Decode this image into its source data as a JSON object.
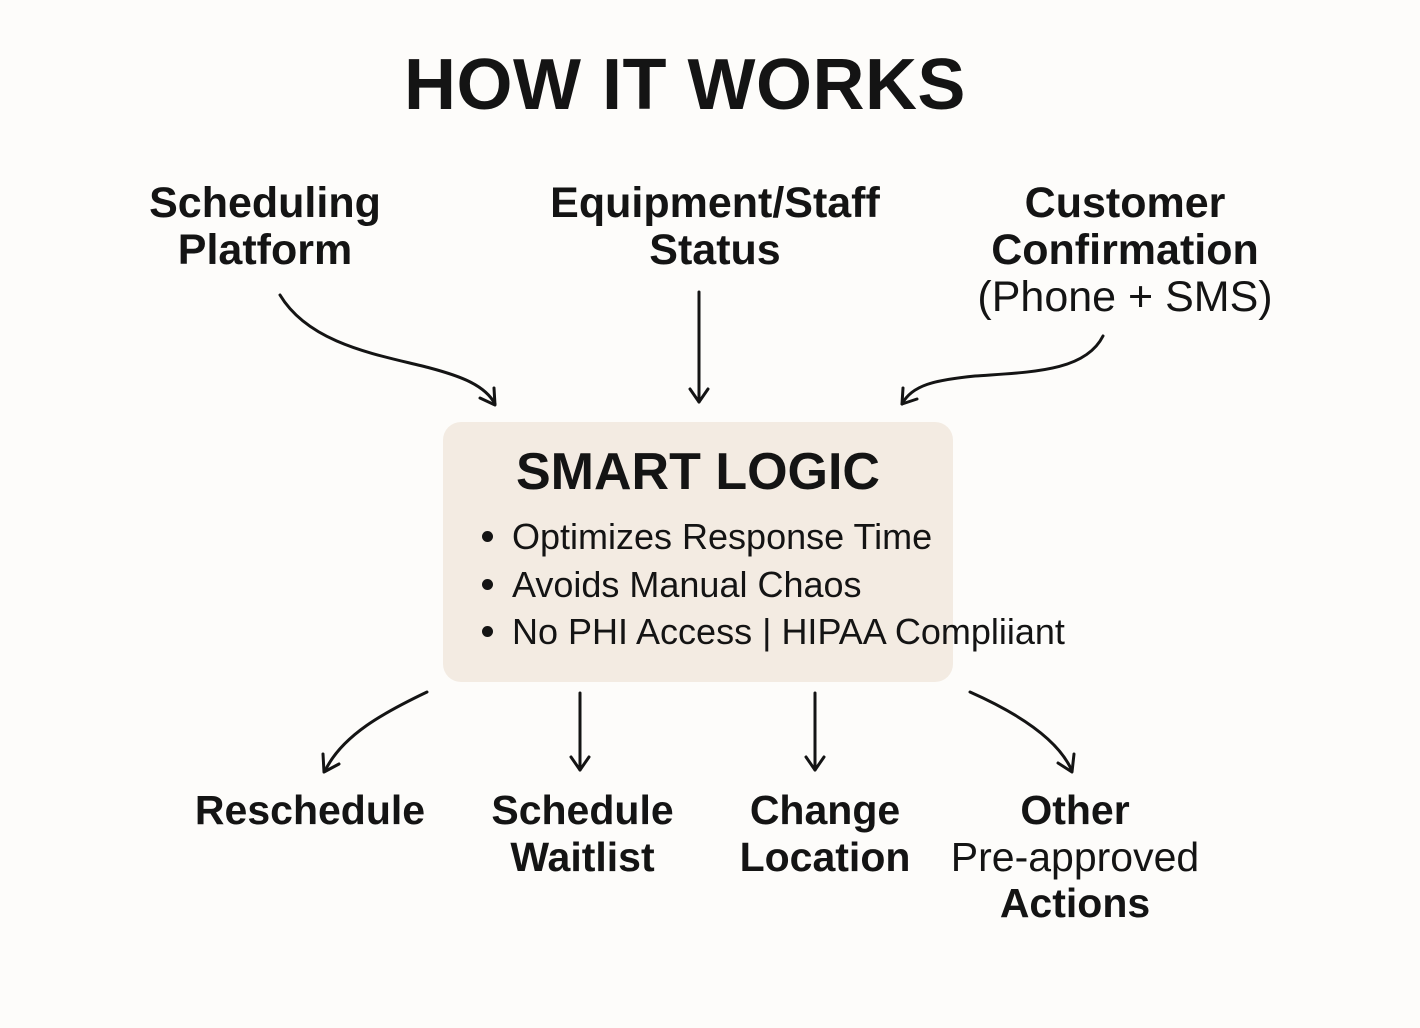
{
  "title": "HOW IT WORKS",
  "inputs": [
    {
      "line1": "Scheduling",
      "line2": "Platform"
    },
    {
      "line1": "Equipment/Staff",
      "line2": "Status"
    },
    {
      "line1": "Customer",
      "line2": "Confirmation",
      "line3": "(Phone + SMS)"
    }
  ],
  "logic": {
    "title": "SMART LOGIC",
    "bullets": [
      "Optimizes Response Time",
      "Avoids Manual Chaos",
      "No PHI Access | HIPAA Compliiant"
    ]
  },
  "outputs": [
    {
      "line1": "Reschedule"
    },
    {
      "line1": "Schedule",
      "line2": "Waitlist"
    },
    {
      "line1": "Change",
      "line2": "Location"
    },
    {
      "line1": "Other",
      "line2": "Pre-approved",
      "line3": "Actions"
    }
  ],
  "colors": {
    "background": "#fdfcfa",
    "logic_box": "#f3ebe2",
    "text": "#141414"
  }
}
